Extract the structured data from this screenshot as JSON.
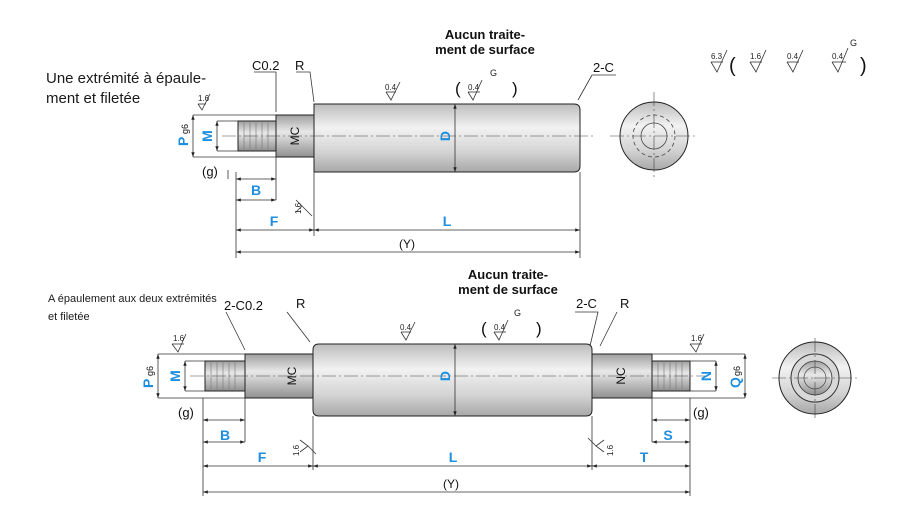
{
  "colors": {
    "dimension_label": "#1e8fe0",
    "part_fill": "#e2e2e2",
    "line": "#222222"
  },
  "top_view": {
    "caption_line1": "Une extrémité à épaule-",
    "caption_line2": "ment et filetée",
    "surface_note_line1": "Aucun traite-",
    "surface_note_line2": "ment de surface",
    "chamfer_shoulder": "C0.2",
    "radius": "R",
    "chamfer_end": "2-C",
    "label_g": "(g)",
    "label_M": "M",
    "label_MC": "MC",
    "label_P": "P",
    "label_P_tol": "g6",
    "label_D": "D",
    "label_B": "B",
    "label_F": "F",
    "label_L": "L",
    "label_Y": "(Y)",
    "rough_thread": "1.6",
    "rough_shoulder": "1.6",
    "rough_body": "0.4",
    "rough_G_value": "0.4",
    "rough_G": "G",
    "paren_open": "(",
    "paren_close": ")"
  },
  "roughness_legend": {
    "general": "6.3",
    "paren_open": "(",
    "value_1": "1.6",
    "value_2": "0.4",
    "value_3": "0.4",
    "value_3_grade": "G",
    "paren_close": ")"
  },
  "bottom_view": {
    "caption_line1": "A épaulement aux deux extrémités",
    "caption_line2": "et filetée",
    "surface_note_line1": "Aucun traite-",
    "surface_note_line2": "ment de surface",
    "chamfer_shoulder": "2-C0.2",
    "radius_left": "R",
    "radius_right": "R",
    "chamfer_end": "2-C",
    "label_g_left": "(g)",
    "label_g_right": "(g)",
    "label_M": "M",
    "label_MC": "MC",
    "label_P": "P",
    "label_P_tol": "g6",
    "label_D": "D",
    "label_NC": "NC",
    "label_N": "N",
    "label_Q": "Q",
    "label_Q_tol": "g6",
    "label_B": "B",
    "label_F": "F",
    "label_L": "L",
    "label_T": "T",
    "label_S": "S",
    "label_Y": "(Y)",
    "rough_thread_left": "1.6",
    "rough_thread_right": "1.6",
    "rough_shoulder_left": "1.6",
    "rough_shoulder_right": "1.6",
    "rough_body": "0.4",
    "rough_G_value": "0.4",
    "rough_G": "G",
    "paren_open": "(",
    "paren_close": ")"
  }
}
